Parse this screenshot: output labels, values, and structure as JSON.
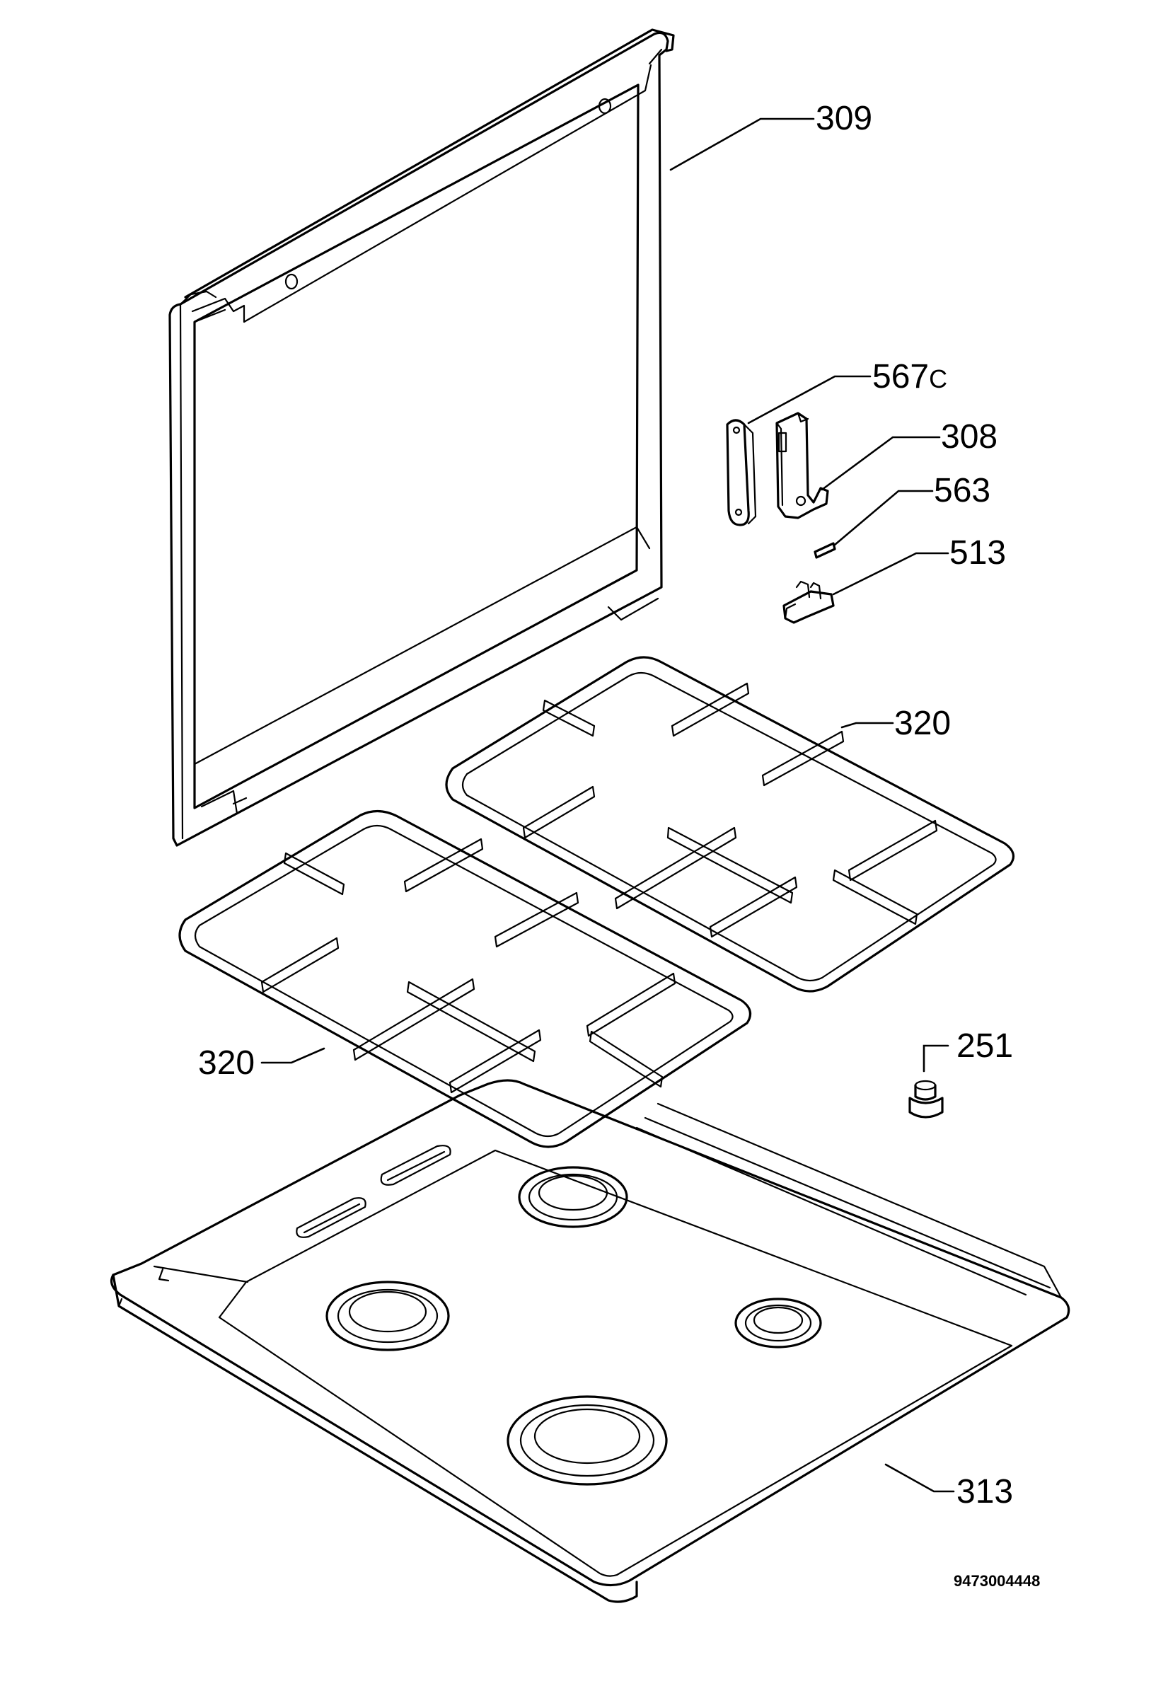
{
  "parts": [
    {
      "id": "lid",
      "label": "309"
    },
    {
      "id": "lid-hinge-plate",
      "label": "567",
      "suffix": "C"
    },
    {
      "id": "hinge",
      "label": "308"
    },
    {
      "id": "hinge-pin",
      "label": "563"
    },
    {
      "id": "hinge-bracket",
      "label": "513"
    },
    {
      "id": "pan-support-right",
      "label": "320"
    },
    {
      "id": "pan-support-left",
      "label": "320"
    },
    {
      "id": "foot",
      "label": "251"
    },
    {
      "id": "hob-top",
      "label": "313"
    }
  ],
  "document_number": "9473004448"
}
